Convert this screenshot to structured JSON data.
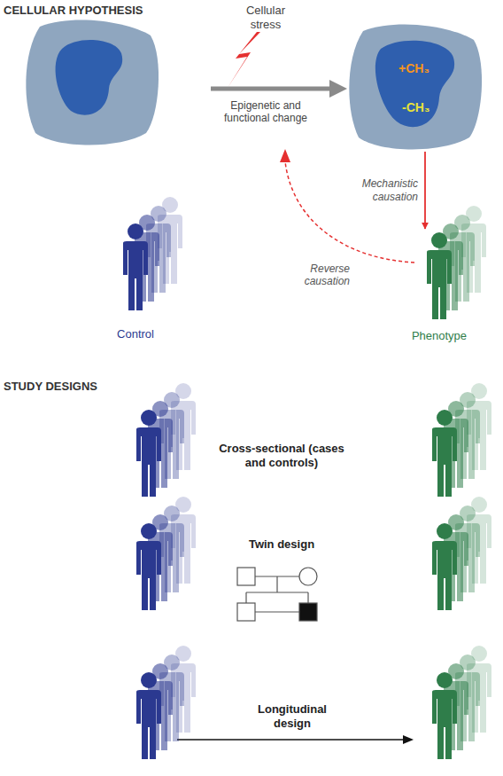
{
  "diagram": {
    "nodes": [
      {
        "text": [
          "+CH₃",
          "-CH₃"
        ]
      },
      {
        "text": [
          "Control"
        ]
      },
      {
        "text": [
          "Phenotype"
        ]
      }
    ],
    "edges": [
      {
        "from": 0,
        "to": 2,
        "arrow": "to",
        "label": "Mechanistic causation"
      }
    ],
    "labels": [
      "CELLULAR HYPOTHESIS",
      "Cellular stress",
      "Epigenetic and functional change",
      "Reverse causation",
      "STUDY DESIGNS",
      "Cross-sectional (cases and controls)",
      "Twin design",
      "Longitudinal design"
    ]
  }
}
